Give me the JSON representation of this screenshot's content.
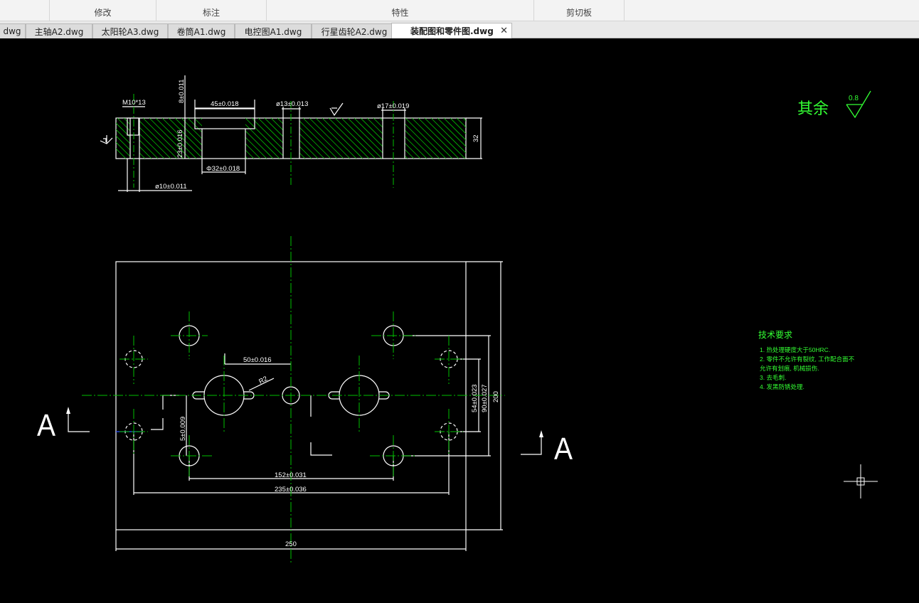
{
  "ribbon": {
    "groups": [
      {
        "label": "修改"
      },
      {
        "label": "标注"
      },
      {
        "label": "特性"
      },
      {
        "label": "剪切板"
      }
    ]
  },
  "tabs": [
    {
      "label": "dwg"
    },
    {
      "label": "主轴A2.dwg"
    },
    {
      "label": "太阳轮A3.dwg"
    },
    {
      "label": "卷筒A1.dwg"
    },
    {
      "label": "电控图A1.dwg"
    },
    {
      "label": "行星齿轮A2.dwg"
    },
    {
      "label": "装配图和零件图.dwg",
      "active": true
    }
  ],
  "tab_close_glyph": "✕",
  "drawing": {
    "colors": {
      "outline": "#ffffff",
      "center": "#00c000",
      "text": "#ffffff",
      "hatch": "#00c000",
      "note": "#33ff33"
    },
    "section": {
      "dims": {
        "m10": "M10*13",
        "d8": "8±0.011",
        "d45": "45±0.018",
        "d13": "ø13±0.013",
        "d17": "ø17±0.019",
        "d23": "23±0.016",
        "d32": "32",
        "phi32": "Φ32±0.018",
        "phi10": "ø10±0.011"
      }
    },
    "plan": {
      "dims": {
        "d50": "50±0.016",
        "r2": "R2",
        "d54": "54±0.023",
        "d90": "90±0.027",
        "d200": "200",
        "d5": "5±0.009",
        "d152": "152±0.031",
        "d235": "235±0.036",
        "d250": "250"
      },
      "section_marker": "A"
    },
    "roughness": {
      "label": "其余",
      "value": "0.8"
    },
    "notes": {
      "title": "技术要求",
      "lines": [
        "1. 热处理硬度大于50HRC.",
        "2. 零件不允许有裂纹, 工作配合面不",
        "允许有划痕, 机械损伤.",
        "3. 去毛刺.",
        "4. 发黑防锈处理."
      ]
    }
  }
}
